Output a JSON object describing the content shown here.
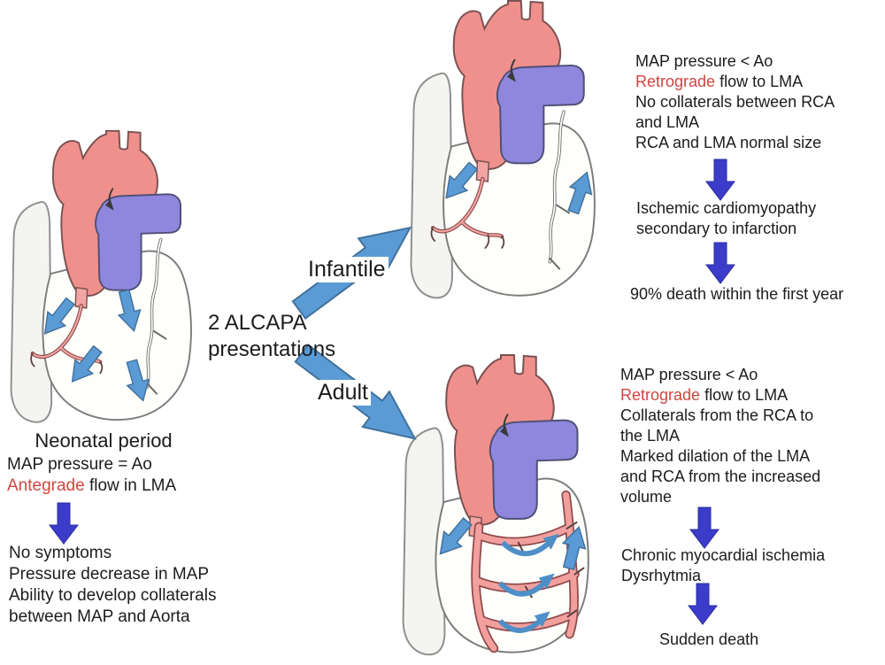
{
  "colors": {
    "flow_arrow_blue": "#5B9BD5",
    "flow_arrow_border": "#41719C",
    "sequence_arrow_indigo": "#3C3CCB",
    "highlight_red": "#CE4640",
    "aorta_pink": "#F0908D",
    "pulmonary_artery_purple": "#8F87DD",
    "text_black": "#1c1c1c"
  },
  "left_panel": {
    "heart_caption": "Neonatal period",
    "line1": "MAP pressure = Ao",
    "line2_red": "Antegrade",
    "line2_rest": " flow in LMA",
    "outcome_line1": "No symptoms",
    "outcome_line2": "Pressure decrease in MAP",
    "outcome_line3": "Ability to develop collaterals",
    "outcome_line4": "between MAP and Aorta"
  },
  "center": {
    "title_line1": "2 ALCAPA",
    "title_line2": "presentations",
    "branch_top": "Infantile",
    "branch_bottom": "Adult"
  },
  "infantile_panel": {
    "line1": "MAP pressure < Ao",
    "line2_red": "Retrograde",
    "line2_rest": " flow to LMA",
    "line3": "No collaterals between RCA",
    "line4": "and LMA",
    "line5": "RCA and LMA normal size",
    "mid_line1": "Ischemic cardiomyopathy",
    "mid_line2": "secondary to infarction",
    "final": "90% death within the first year"
  },
  "adult_panel": {
    "line1": "MAP pressure < Ao",
    "line2_red": "Retrograde",
    "line2_rest": " flow to LMA",
    "line3": "Collaterals from the RCA to",
    "line4": "the LMA",
    "line5": "Marked dilation of the LMA",
    "line6": "and RCA from the increased",
    "line7": "volume",
    "mid_line1": "Chronic myocardial ischemia",
    "mid_line2": "Dysrhytmia",
    "final": "Sudden death"
  }
}
